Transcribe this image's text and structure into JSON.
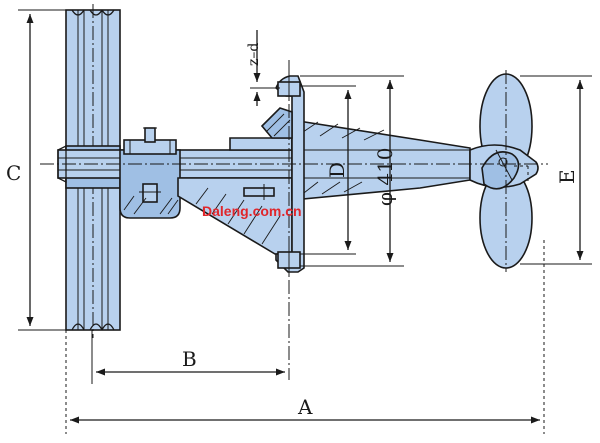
{
  "diagram": {
    "labels": {
      "A": "A",
      "B": "B",
      "C": "C",
      "D": "D",
      "E": "E",
      "z_d": "z–d",
      "phi_410": "φ 410"
    },
    "watermark": "Daleng.com.cn",
    "colors": {
      "part_fill": "#b8d1ee",
      "line": "#1a1a1a",
      "watermark": "#e0262b"
    }
  }
}
